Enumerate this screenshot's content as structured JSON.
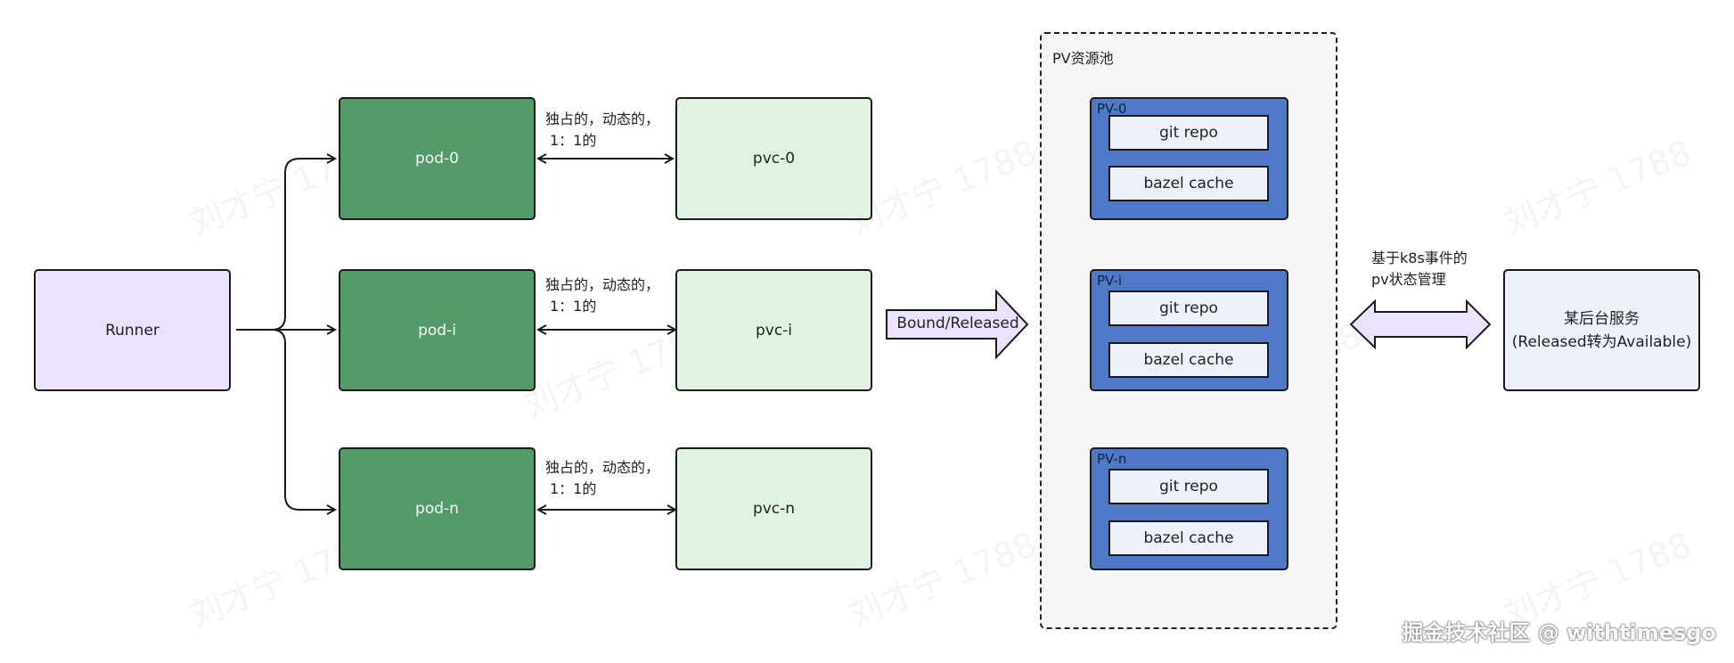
{
  "runner": {
    "label": "Runner"
  },
  "pods": [
    {
      "pod": "pod-0",
      "pvc": "pvc-0",
      "relation_line1": "独占的，动态的，",
      "relation_line2": "1：1的"
    },
    {
      "pod": "pod-i",
      "pvc": "pvc-i",
      "relation_line1": "独占的，动态的，",
      "relation_line2": "1：1的"
    },
    {
      "pod": "pod-n",
      "pvc": "pvc-n",
      "relation_line1": "独占的，动态的，",
      "relation_line2": "1：1的"
    }
  ],
  "bound_arrow": {
    "label": "Bound/Released"
  },
  "pool": {
    "title": "PV资源池",
    "pvs": [
      {
        "label": "PV-0",
        "items": [
          "git repo",
          "bazel cache"
        ]
      },
      {
        "label": "PV-i",
        "items": [
          "git repo",
          "bazel cache"
        ]
      },
      {
        "label": "PV-n",
        "items": [
          "git repo",
          "bazel cache"
        ]
      }
    ]
  },
  "event_arrow": {
    "line1": "基于k8s事件的",
    "line2": "pv状态管理"
  },
  "service": {
    "line1": "某后台服务",
    "line2": "(Released转为Available)"
  },
  "watermark": "刘才宁 1788",
  "credit": "掘金技术社区 @ withtimesgo",
  "colors": {
    "runner": "#ece2fc",
    "pod": "#54996a",
    "pvc": "#e0f3e3",
    "pv": "#4f79c7",
    "pv_item": "#eef1fb",
    "service": "#eef1fb"
  }
}
